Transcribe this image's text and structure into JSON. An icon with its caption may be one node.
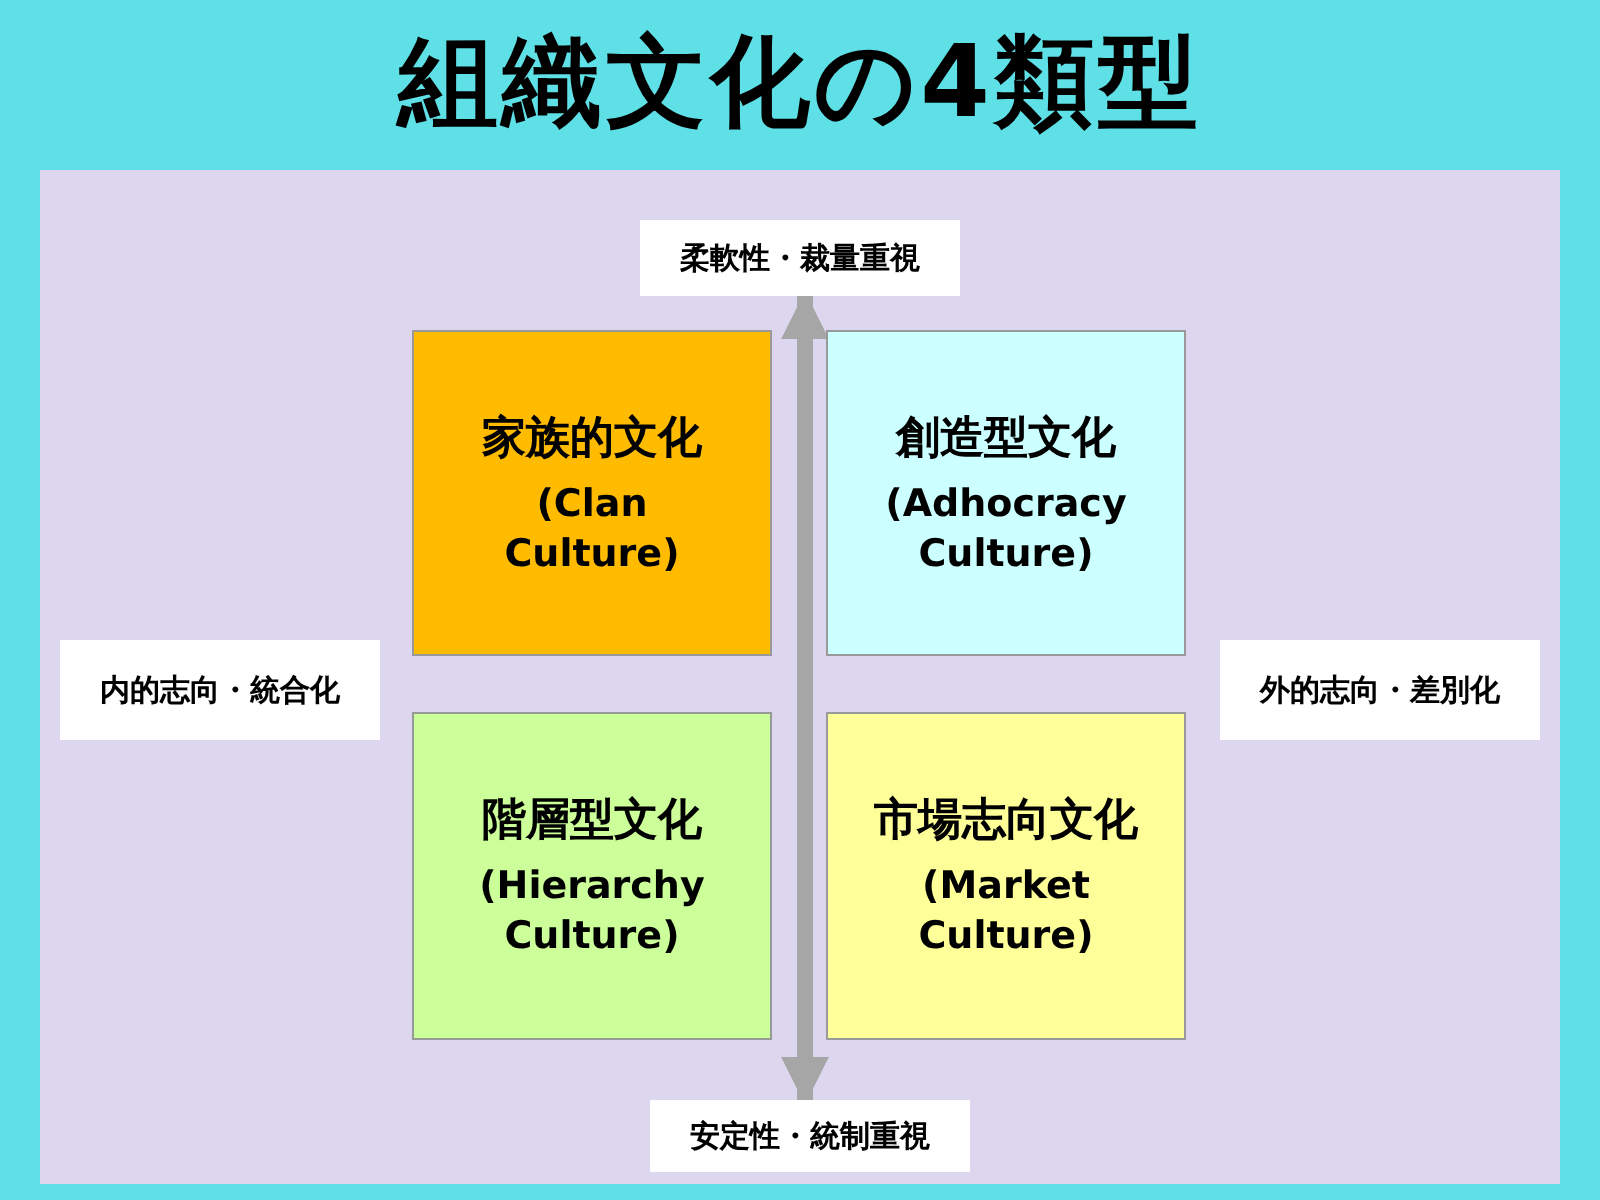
{
  "diagram": {
    "title": "組織文化の4類型",
    "nodes": [
      {
        "text": [
          "柔軟性・裁量重視"
        ]
      },
      {
        "text": [
          "家族的文化",
          "(Clan Culture)"
        ]
      },
      {
        "text": [
          "創造型文化",
          "(Adhocracy Culture)"
        ]
      },
      {
        "text": [
          "内的志向・統合化"
        ]
      },
      {
        "text": [
          "外的志向・差別化"
        ]
      },
      {
        "text": [
          "階層型文化",
          "(Hierarchy Culture)"
        ]
      },
      {
        "text": [
          "市場志向文化",
          "(Market Culture)"
        ]
      },
      {
        "text": [
          "安定性・統制重視"
        ]
      }
    ],
    "edges": [
      {
        "from": 7,
        "to": 0,
        "arrow": "both",
        "color": "#a6a6a6"
      }
    ]
  }
}
